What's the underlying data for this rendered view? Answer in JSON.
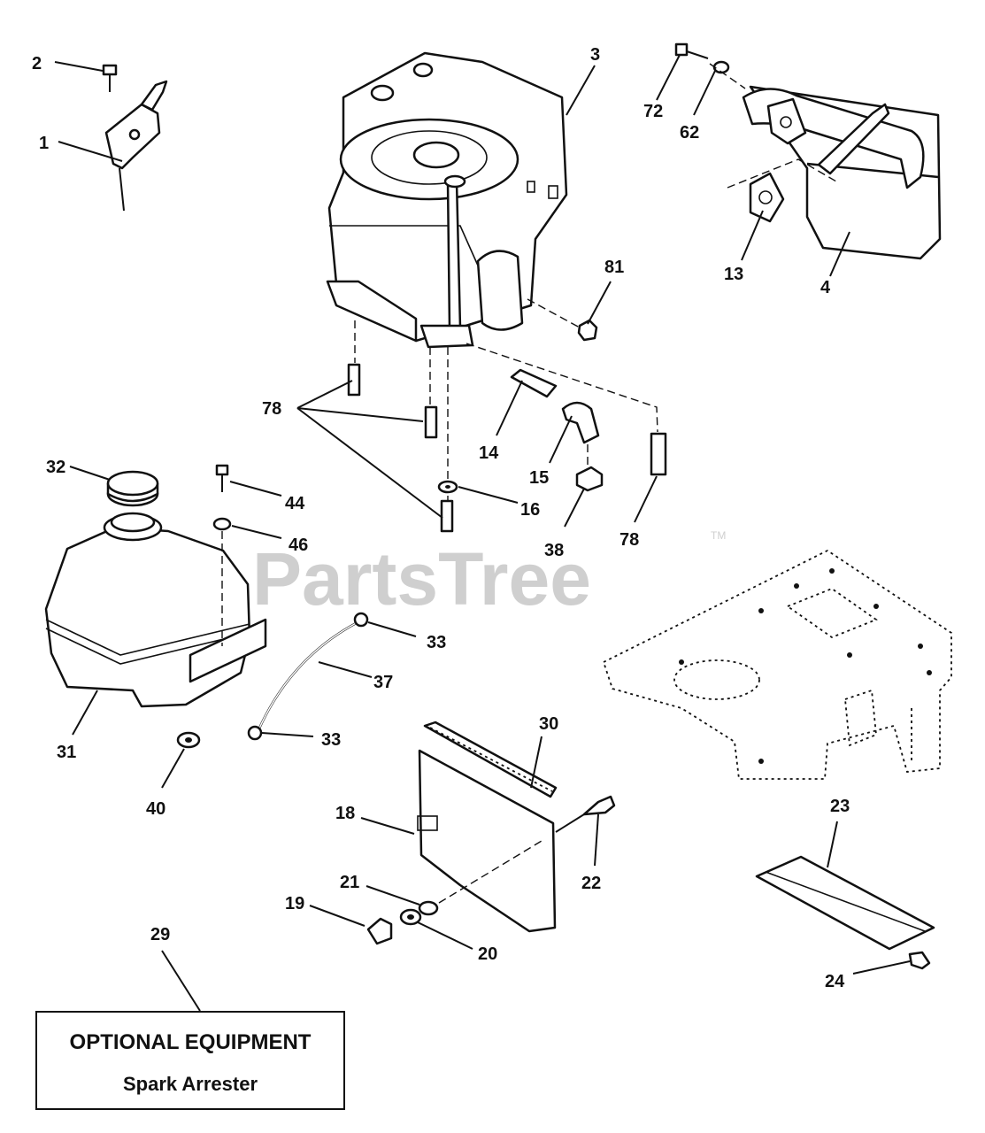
{
  "callouts": {
    "c1": "1",
    "c2": "2",
    "c3": "3",
    "c4": "4",
    "c13": "13",
    "c14": "14",
    "c15": "15",
    "c16": "16",
    "c18": "18",
    "c19": "19",
    "c20": "20",
    "c21": "21",
    "c22": "22",
    "c23": "23",
    "c24": "24",
    "c29": "29",
    "c30": "30",
    "c31": "31",
    "c32": "32",
    "c33a": "33",
    "c33b": "33",
    "c37": "37",
    "c38": "38",
    "c40": "40",
    "c44": "44",
    "c46": "46",
    "c62": "62",
    "c72": "72",
    "c78a": "78",
    "c78b": "78",
    "c81": "81"
  },
  "optional_box": {
    "title": "OPTIONAL EQUIPMENT",
    "subtitle": "Spark Arrester"
  },
  "watermark": {
    "text": "PartsTree",
    "tm": "TM"
  }
}
